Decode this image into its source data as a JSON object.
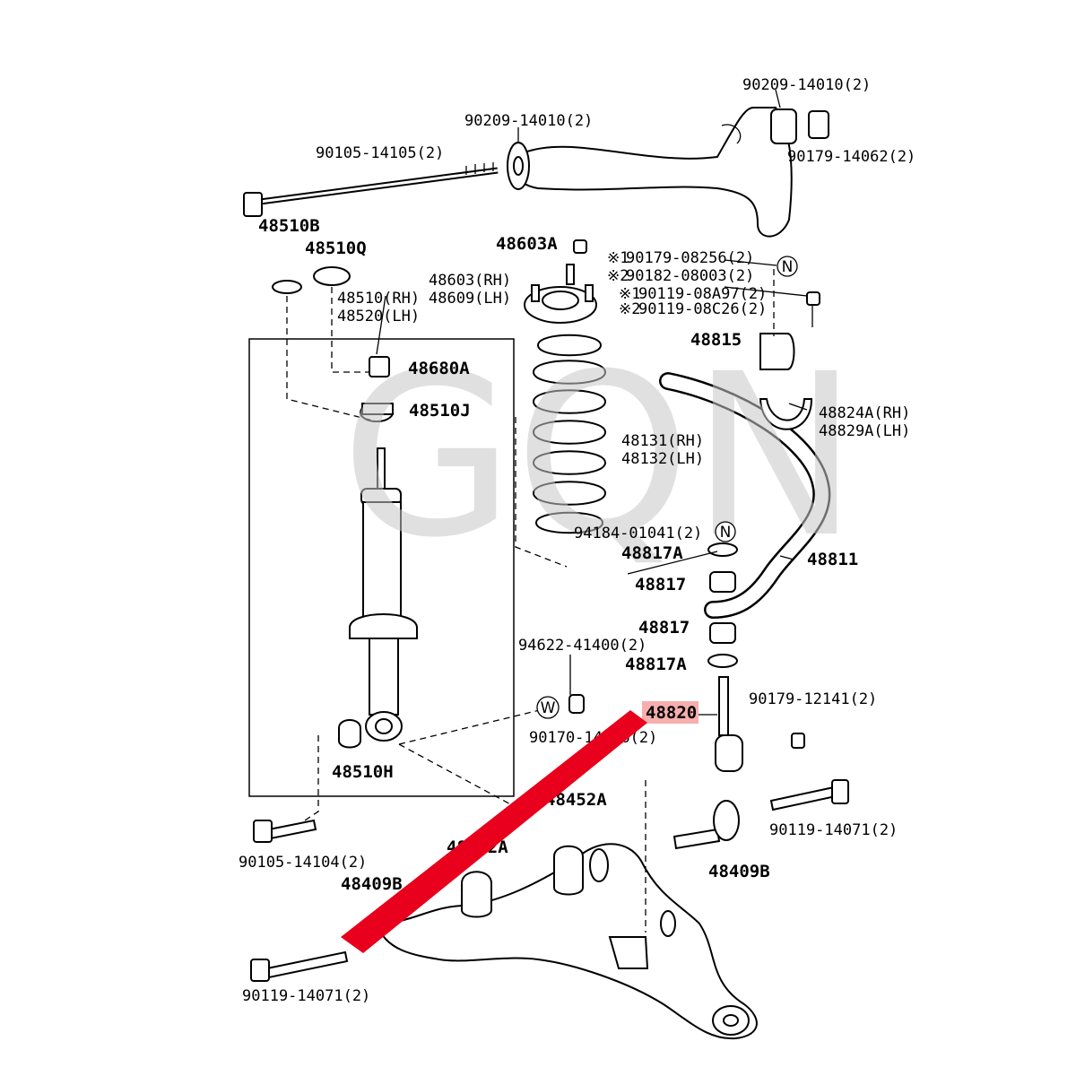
{
  "watermark": "GQN",
  "labels": {
    "p90209_top": "90209-14010(2)",
    "p90209_mid": "90209-14010(2)",
    "p90179_14062": "90179-14062(2)",
    "p90105_14105": "90105-14105(2)",
    "p48510B": "48510B",
    "p48510Q": "48510Q",
    "p48603A": "48603A",
    "p48603": "48603(RH)",
    "p48609": "48609(LH)",
    "p48510": "48510(RH)",
    "p48520": "48520(LH)",
    "p90179_08256": "90179-08256(2)",
    "p90182_08003": "90182-08003(2)",
    "p90119_08A97": "90119-08A97(2)",
    "p90119_08C26": "90119-08C26(2)",
    "mark1": "※1",
    "mark2": "※2",
    "p48815": "48815",
    "p48680A": "48680A",
    "p48510J": "48510J",
    "p48131": "48131(RH)",
    "p48132": "48132(LH)",
    "p48824A": "48824A(RH)",
    "p48829A": "48829A(LH)",
    "p94184": "94184-01041(2)",
    "p48817A_top": "48817A",
    "p48811": "48811",
    "p48817_top": "48817",
    "p48817_bot": "48817",
    "p48817A_bot": "48817A",
    "p94622": "94622-41400(2)",
    "p48820": "48820",
    "p90179_12141": "90179-12141(2)",
    "p90170": "90170-14026(2)",
    "p48510H": "48510H",
    "p48452A_right": "48452A",
    "p48452A_left": "48452A",
    "p90119_14071_right": "90119-14071(2)",
    "p90105_14104": "90105-14104(2)",
    "p48409B_left": "48409B",
    "p48409B_right": "48409B",
    "p90119_14071_bottom": "90119-14071(2)",
    "symN": "N",
    "symW": "W"
  },
  "colors": {
    "highlight_arrow": "#e8001c",
    "highlight_box": "#f4a0a0",
    "watermark": "#c8c8c8"
  }
}
